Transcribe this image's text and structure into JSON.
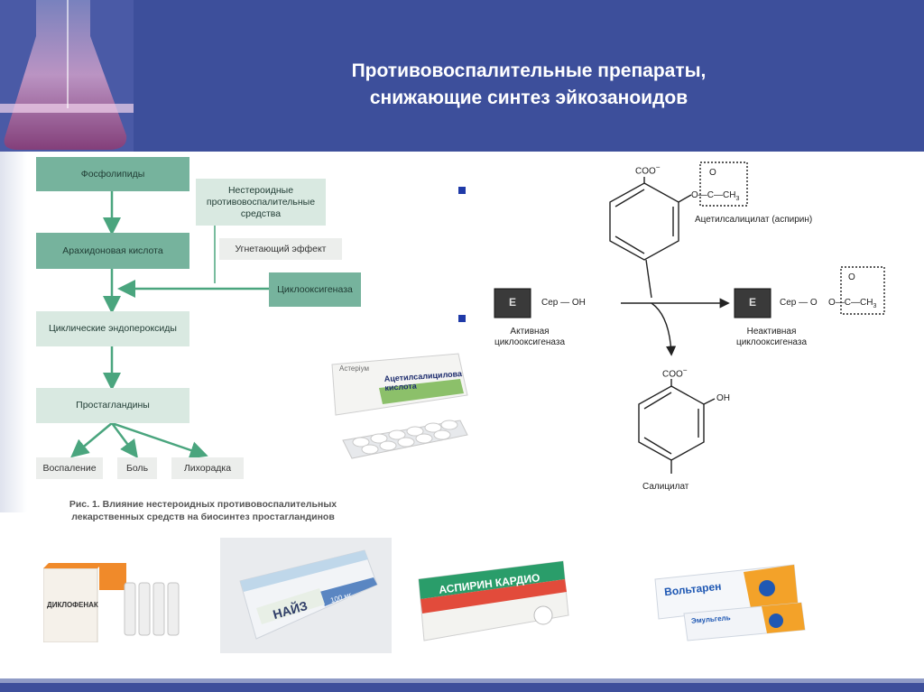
{
  "title": {
    "line1": "Противовоспалительные препараты,",
    "line2": "снижающие синтез эйкозаноидов"
  },
  "flowchart": {
    "phospholipids": "Фосфолипиды",
    "nsaid": "Нестероидные противовоспалительные средства",
    "arachidonic": "Арахидоновая кислота",
    "inhibit_effect": "Угнетающий эффект",
    "cyclooxygenase": "Циклооксигеназа",
    "endoperoxides": "Циклические эндопероксиды",
    "prostaglandins": "Простагландины",
    "inflammation": "Воспаление",
    "pain": "Боль",
    "fever": "Лихорадка",
    "caption_line1": "Рис. 1. Влияние нестероидных противовоспалительных",
    "caption_line2": "лекарственных средств на биосинтез простагландинов"
  },
  "reaction": {
    "coo": "COO",
    "o": "O",
    "occh3": "O—C—CH",
    "ch3_sub": "3",
    "aspirin_label": "Ацетилсалицилат (аспирин)",
    "e": "E",
    "ser_oh": "Сер — OH",
    "ser_o": "Сер — O",
    "active_line1": "Активная",
    "active_line2": "циклооксигеназа",
    "inactive_line1": "Неактивная",
    "inactive_line2": "циклооксигеназа",
    "oh": "OH",
    "salicylate": "Салицилат"
  },
  "products": {
    "aspirin_box_line1": "Ацетилсалицилова",
    "aspirin_box_line2": "кислота",
    "aspirin_brand": "Астеріум",
    "diclofenac": "ДИКЛОФЕНАК",
    "nise": "НАЙЗ",
    "nise_dose": "100 мг",
    "aspirin_cardio": "АСПИРИН КАРДИО",
    "voltaren": "Вольтарен",
    "voltaren_sub": "Эмульгель"
  },
  "colors": {
    "header": "#3d4f9b",
    "box": "#76b39d",
    "arrow": "#4aa57e",
    "bullet": "#1f3aa8"
  }
}
